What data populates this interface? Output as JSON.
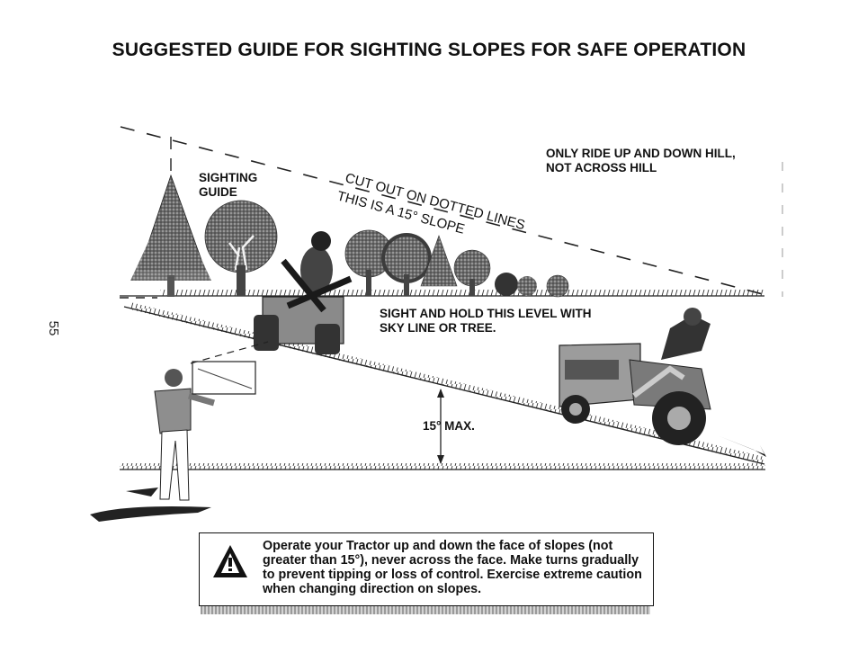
{
  "title": "SUGGESTED GUIDE FOR SIGHTING SLOPES FOR SAFE OPERATION",
  "page_number": "55",
  "diagram": {
    "sighting_guide_label": "SIGHTING\nGUIDE",
    "cut_out_text": "CUT OUT ON DOTTED LINES",
    "slope_text": "THIS IS A 15° SLOPE",
    "ride_instruction": "ONLY RIDE UP AND DOWN HILL,\nNOT ACROSS HILL",
    "sight_instruction": "SIGHT AND HOLD THIS LEVEL WITH\nSKY LINE OR TREE.",
    "max_angle_label": "15° MAX."
  },
  "warning": {
    "icon": "warning-triangle-icon",
    "text": "Operate your Tractor up and down the face of slopes (not greater than 15°), never across the face. Make turns gradually to prevent tipping or loss of control. Exercise extreme caution when changing direction on slopes."
  }
}
